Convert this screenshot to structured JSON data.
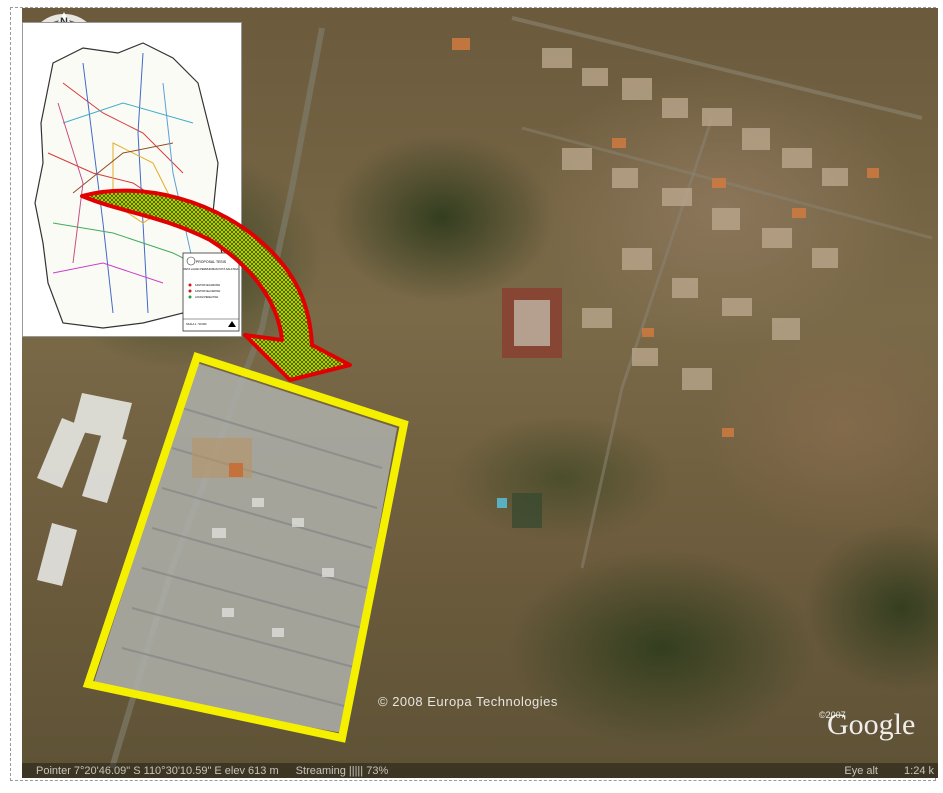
{
  "map": {
    "copyright": "© 2008 Europa Technologies",
    "provider_logo": "Google",
    "provider_logo_year": "©2007",
    "compass_north": "N",
    "status_bar": {
      "pointer": "Pointer  7°20'46.09\" S  110°30'10.59\" E  elev  613 m",
      "streaming": "Streaming ||||| 73%",
      "eye_alt": "Eye alt",
      "scale_ratio": "1:24 k"
    }
  },
  "inset": {
    "legend_title": "PROPOSAL TESIS",
    "legend_subtitle": "PETA LAHAN PERMUKIMAN KOTA SALATIGA",
    "legend_items": [
      "KANTOR KECAMATAN",
      "KANTOR KELURAHAN",
      "LOKASI PENELITIAN"
    ],
    "scale_label": "SKALA 1 : 50.000"
  },
  "colors": {
    "highlight_outline": "#f5f000",
    "arrow_outline": "#e00000",
    "arrow_fill": "#9aa800"
  }
}
